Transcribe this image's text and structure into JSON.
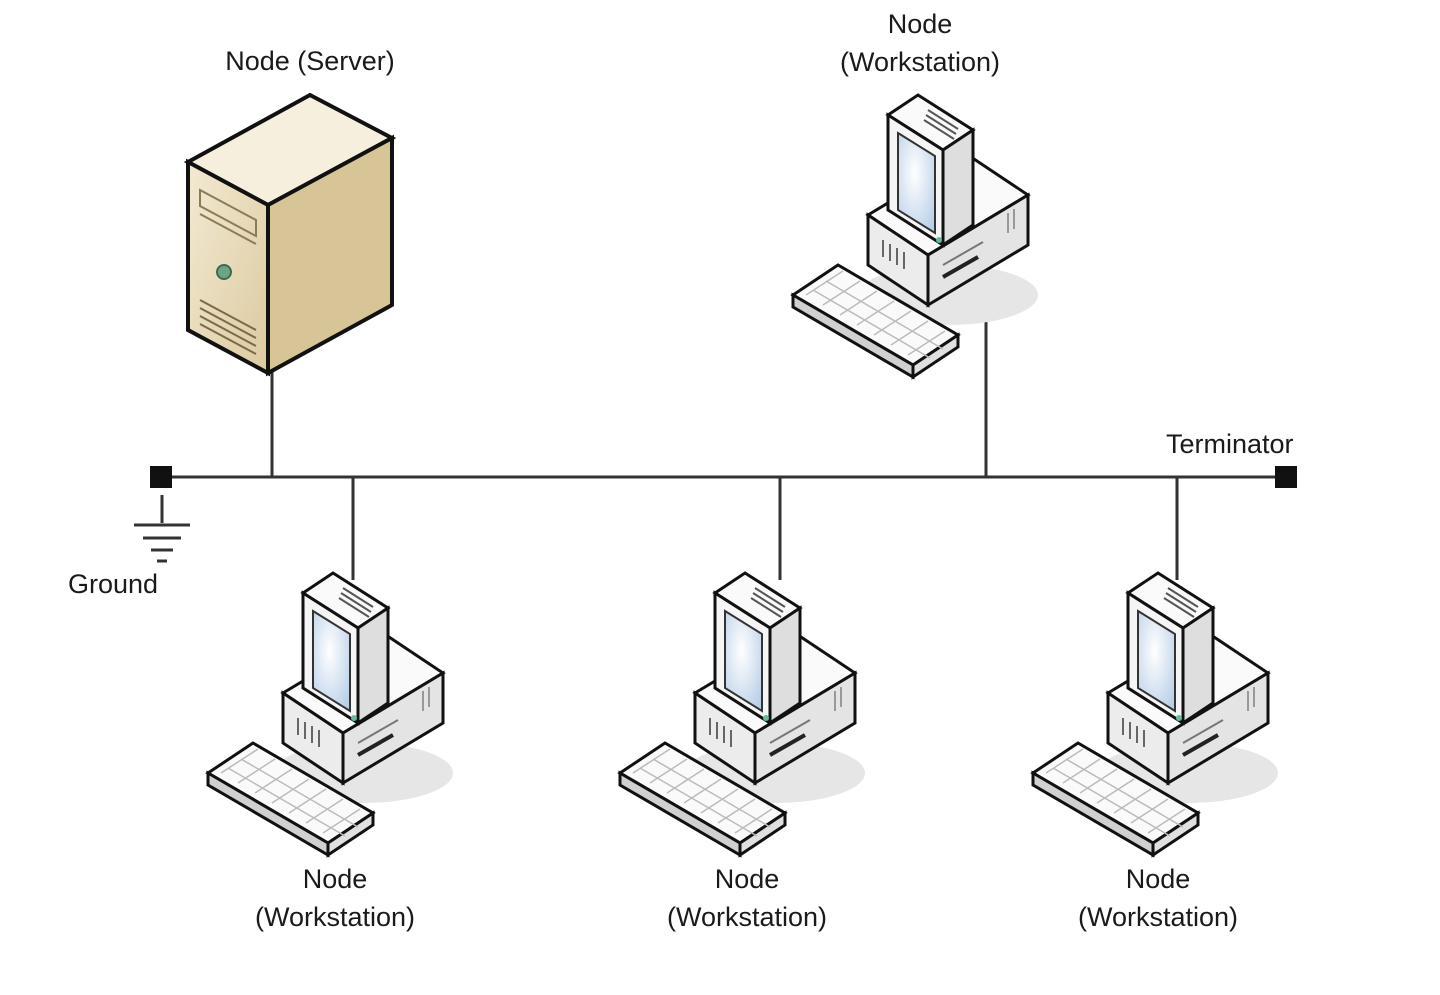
{
  "diagram": {
    "labels": {
      "server": [
        "Node (Server)"
      ],
      "workstation_top": [
        "Node",
        "(Workstation)"
      ],
      "workstation_1": [
        "Node",
        "(Workstation)"
      ],
      "workstation_2": [
        "Node",
        "(Workstation)"
      ],
      "workstation_3": [
        "Node",
        "(Workstation)"
      ],
      "terminator": "Terminator",
      "ground": "Ground"
    },
    "colors": {
      "line": "#333333",
      "server_face": "#e9dcbc",
      "server_side": "#d2c091",
      "server_top": "#f4ecd8",
      "pc_body": "#f2f2f2",
      "pc_shade": "#d8d8d8",
      "screen": "#cfe0f2",
      "terminator": "#111111"
    },
    "icons": {
      "server": "server-tower-icon",
      "workstation": "desktop-computer-icon",
      "terminator": "terminator-square-icon",
      "ground": "ground-symbol-icon"
    }
  }
}
